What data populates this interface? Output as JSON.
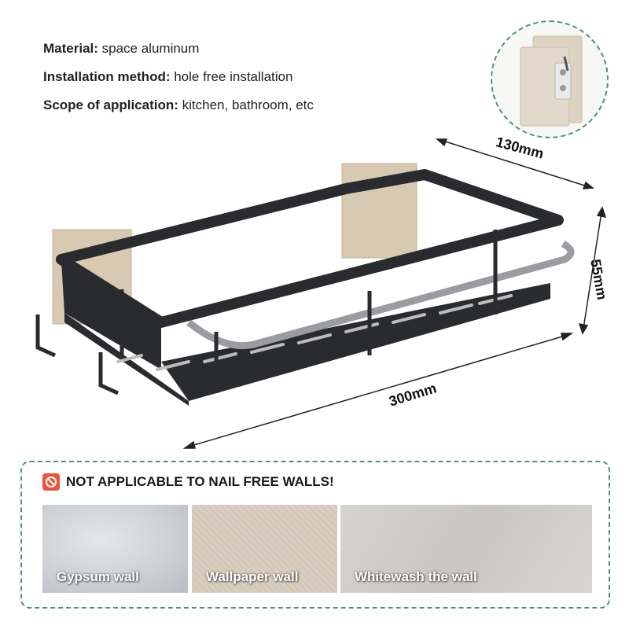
{
  "specs": [
    {
      "label": "Material:",
      "value": " space aluminum"
    },
    {
      "label": "Installation method:",
      "value": " hole free installation"
    },
    {
      "label": "Scope of application:",
      "value": " kitchen, bathroom, etc"
    }
  ],
  "dimensions": {
    "depth": "130mm",
    "height": "55mm",
    "length": "300mm"
  },
  "warning": {
    "icon": "prohibited-icon",
    "text": "NOT APPLICABLE TO NAIL FREE WALLS!"
  },
  "walls": [
    {
      "label": "Gypsum wall"
    },
    {
      "label": "Wallpaper wall"
    },
    {
      "label": "Whitewash the wall"
    }
  ],
  "colors": {
    "accent_dashed": "#4f8f80",
    "warning_red": "#e8553b",
    "rack": "#2a2b2e"
  }
}
